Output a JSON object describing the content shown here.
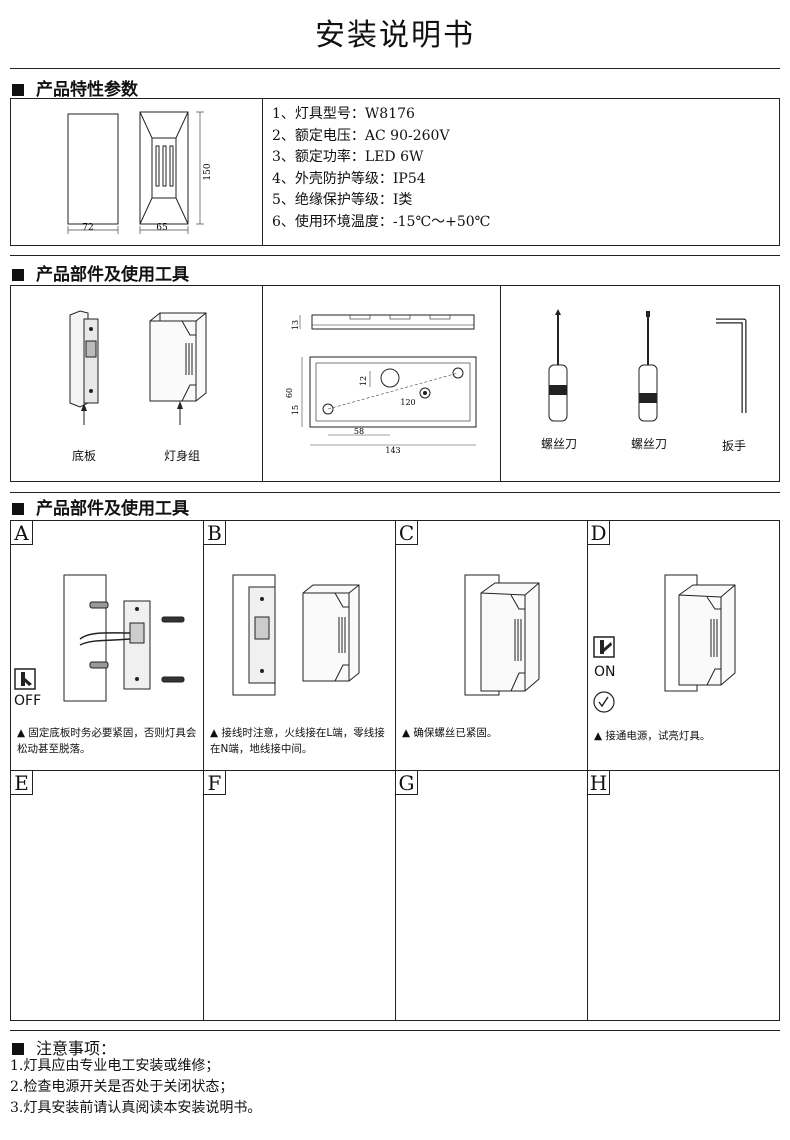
{
  "title": "安装说明书",
  "sections": {
    "specs": {
      "heading": "产品特性参数",
      "dims": {
        "width": "72",
        "depth": "65",
        "height": "150"
      },
      "items": [
        "1、灯具型号：W8176",
        "2、额定电压：AC 90-260V",
        "3、额定功率：LED 6W",
        "4、外壳防护等级：IP54",
        "5、绝缘保护等级：I类",
        "6、使用环境温度：-15℃～+50℃"
      ]
    },
    "parts": {
      "heading": "产品部件及使用工具",
      "base_label": "底板",
      "body_label": "灯身组",
      "drawing_dims": {
        "d13": "13",
        "d12": "12",
        "d60": "60",
        "d15": "15",
        "d120": "120",
        "d58": "58",
        "d143": "143"
      },
      "tools": [
        "螺丝刀",
        "螺丝刀",
        "扳手"
      ]
    },
    "steps": {
      "heading": "产品部件及使用工具",
      "letters": [
        "A",
        "B",
        "C",
        "D",
        "E",
        "F",
        "G",
        "H"
      ],
      "switch_off": "OFF",
      "switch_on": "ON",
      "notes": {
        "a": "▲ 固定底板时务必要紧固，否则灯具会松动甚至脱落。",
        "b": "▲ 接线时注意，火线接在L端，零线接在N端，地线接中间。",
        "c": "▲ 确保螺丝已紧固。",
        "d": "▲ 接通电源，试亮灯具。"
      }
    },
    "notes": {
      "heading": "注意事项：",
      "items": [
        "1.灯具应由专业电工安装或维修；",
        "2.检查电源开关是否处于关闭状态；",
        "3.灯具安装前请认真阅读本安装说明书。"
      ]
    }
  }
}
